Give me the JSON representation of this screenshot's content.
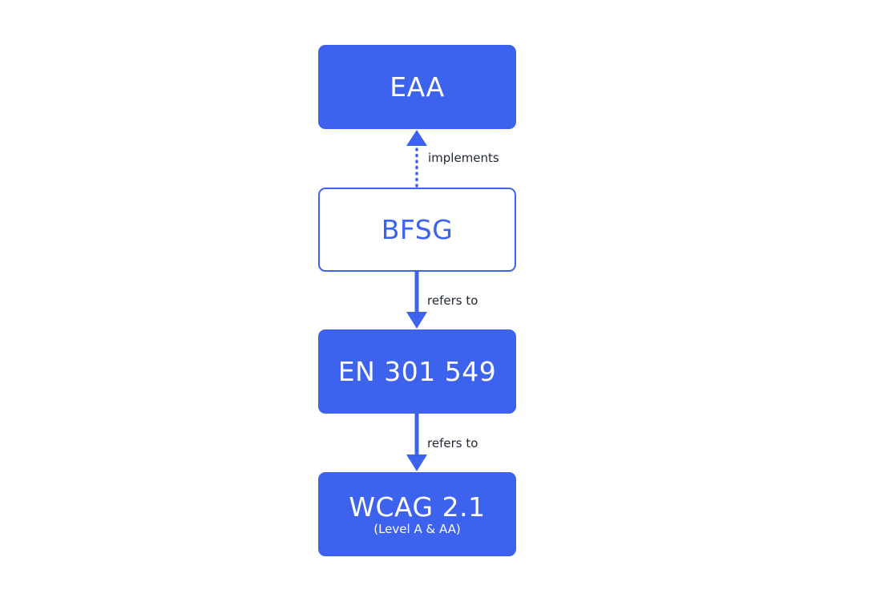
{
  "colors": {
    "accent": "#3d63ee",
    "text_dark": "#222833",
    "background": "#ffffff"
  },
  "nodes": {
    "eaa": {
      "label": "EAA"
    },
    "bfsg": {
      "label": "BFSG"
    },
    "en": {
      "label": "EN 301 549"
    },
    "wcag": {
      "label": "WCAG 2.1",
      "sublabel": "(Level A & AA)"
    }
  },
  "edges": {
    "bfsg_to_eaa": {
      "label": "implements",
      "style": "dotted"
    },
    "bfsg_to_en": {
      "label": "refers to",
      "style": "solid"
    },
    "en_to_wcag": {
      "label": "refers to",
      "style": "solid"
    }
  }
}
